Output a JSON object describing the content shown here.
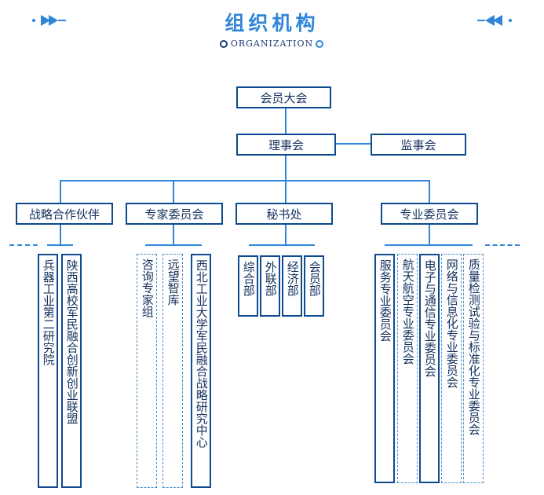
{
  "header": {
    "title": "组织机构",
    "subtitle": "ORGANIZATION",
    "accent_color": "#2f86d8",
    "box_border_color": "#0e4a8f"
  },
  "org": {
    "root": "会员大会",
    "council": "理事会",
    "supervisors": "监事会",
    "branches": [
      {
        "label": "战略合作伙伴",
        "children": [
          "兵器工业第二研究院",
          "陕西高校军民融合创新创业联盟"
        ]
      },
      {
        "label": "专家委员会",
        "children": [
          "咨询专家组",
          "远望智库",
          "西北工业大学军民融合战略研究中心"
        ]
      },
      {
        "label": "秘书处",
        "children": [
          "综合部",
          "外联部",
          "经济部",
          "会员部"
        ]
      },
      {
        "label": "专业委员会",
        "children": [
          "服务专业委员会",
          "航天航空专业委员会",
          "电子与通信专业委员会",
          "网络与信息化专业委员会",
          "质量检测试验与标准化专业委员会"
        ]
      }
    ]
  }
}
